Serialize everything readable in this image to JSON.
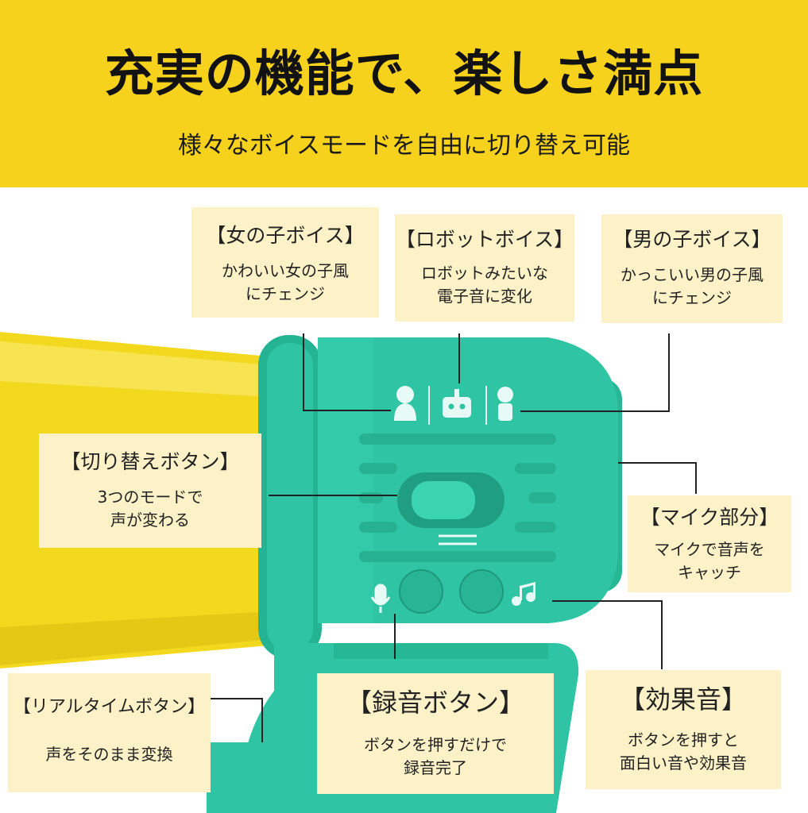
{
  "header": {
    "title": "充実の機能で、楽しさ満点",
    "subtitle": "様々なボイスモードを自由に切り替え可能"
  },
  "callouts": {
    "girl_voice": {
      "title": "【女の子ボイス】",
      "desc": "かわいい女の子風\nにチェンジ"
    },
    "robot_voice": {
      "title": "【ロボットボイス】",
      "desc": "ロボットみたいな\n電子音に変化"
    },
    "boy_voice": {
      "title": "【男の子ボイス】",
      "desc": "かっこいい男の子風\nにチェンジ"
    },
    "switch_button": {
      "title": "【切り替えボタン】",
      "desc": "3つのモードで\n声が変わる"
    },
    "mic_part": {
      "title": "【マイク部分】",
      "desc": "マイクで音声を\nキャッチ"
    },
    "realtime_button": {
      "title": "【リアルタイムボタン】",
      "desc": "声をそのまま変換"
    },
    "record_button": {
      "title": "【録音ボタン】",
      "desc": "ボタンを押すだけで\n録音完了"
    },
    "sound_effect": {
      "title": "【効果音】",
      "desc": "ボタンを押すと\n面白い音や効果音"
    }
  },
  "colors": {
    "header_bg": "#f7d21c",
    "callout_bg": "#fdf2c7",
    "device_teal": "#2fc4a3",
    "horn_yellow": "#f6de2a"
  },
  "icons": [
    "girl-icon",
    "robot-icon",
    "boy-icon",
    "microphone-icon",
    "music-note-icon"
  ]
}
